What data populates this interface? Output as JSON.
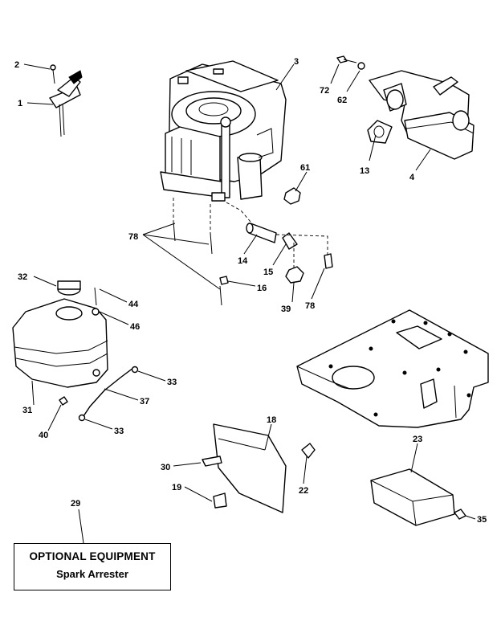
{
  "callouts": {
    "c2": "2",
    "c1": "1",
    "c3": "3",
    "c72": "72",
    "c62": "62",
    "c13": "13",
    "c4": "4",
    "c61": "61",
    "c78a": "78",
    "c14": "14",
    "c15": "15",
    "c16": "16",
    "c39": "39",
    "c78b": "78",
    "c32": "32",
    "c44": "44",
    "c46": "46",
    "c31": "31",
    "c33a": "33",
    "c37": "37",
    "c40": "40",
    "c33b": "33",
    "c18": "18",
    "c30": "30",
    "c19": "19",
    "c22": "22",
    "c23": "23",
    "c35": "35",
    "c29": "29"
  },
  "optional_box": {
    "title": "OPTIONAL EQUIPMENT",
    "subtitle": "Spark Arrester"
  }
}
